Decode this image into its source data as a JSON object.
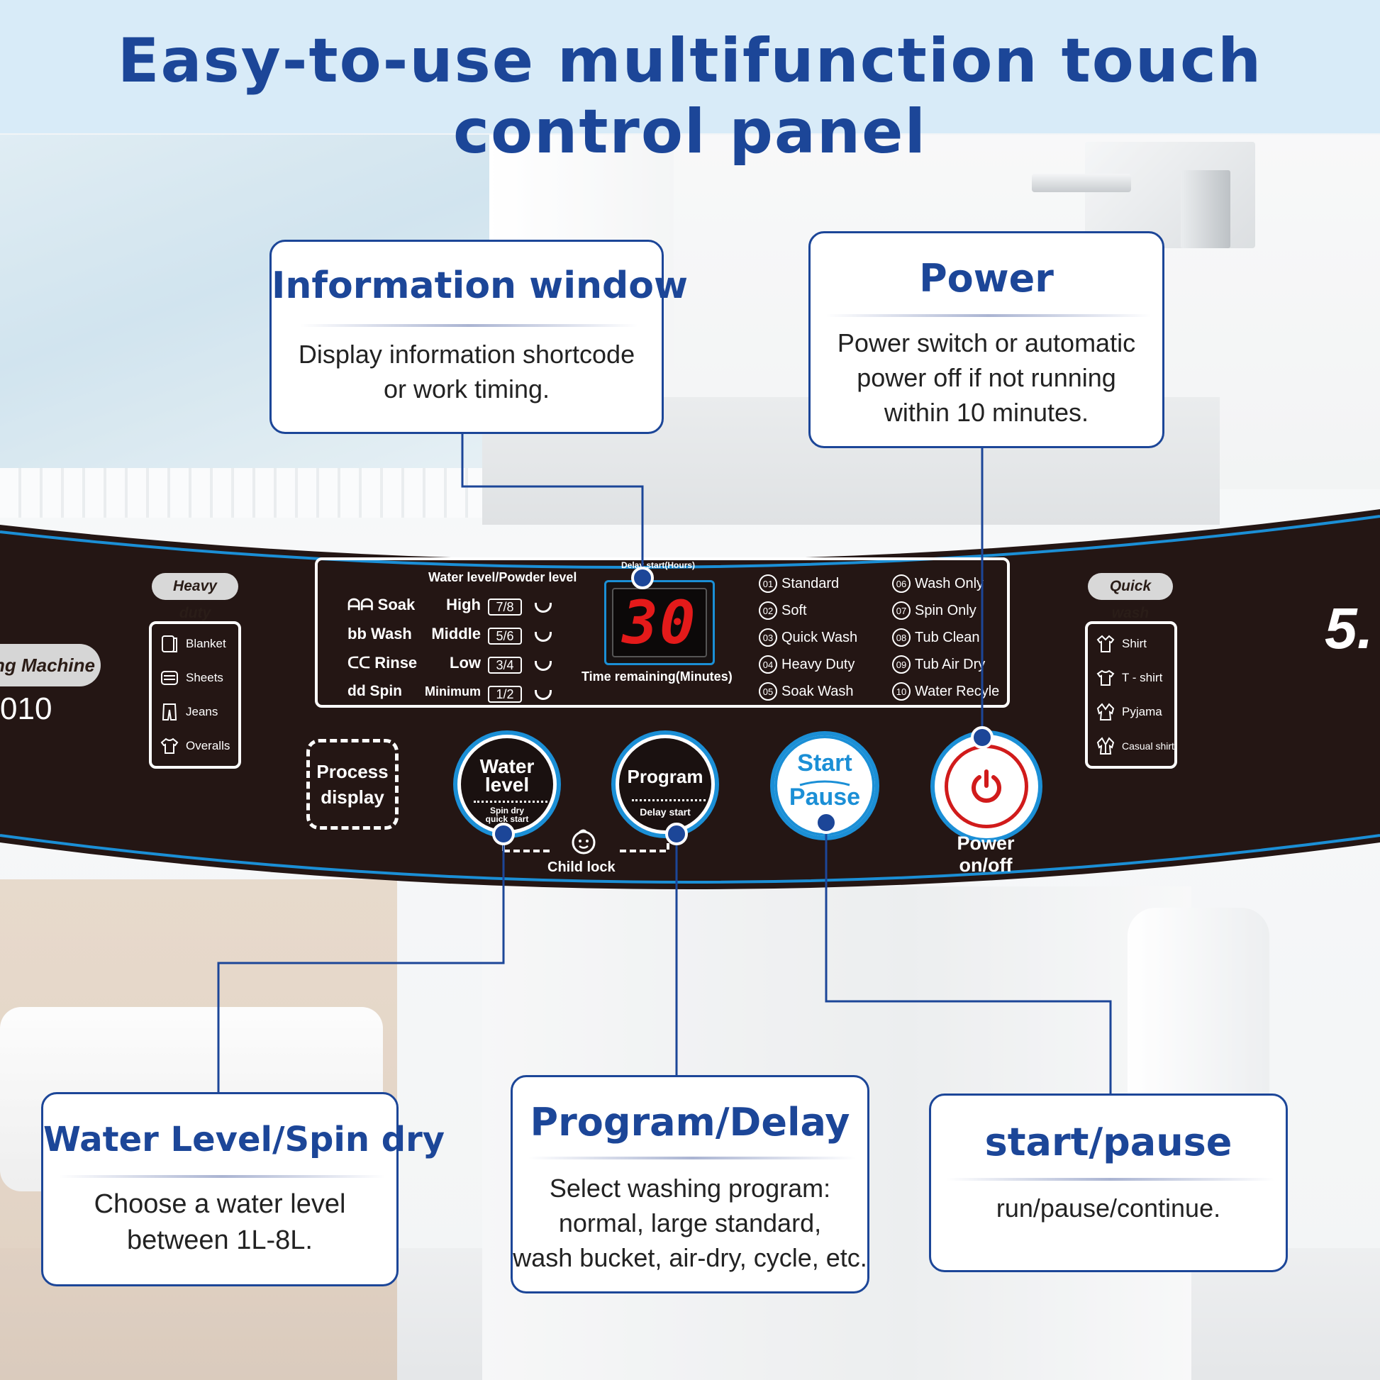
{
  "header": {
    "title": "Easy-to-use multifunction touch control panel"
  },
  "panel": {
    "brand_text": "ng Machine",
    "model_text": "010",
    "capacity_text": "5.",
    "heavy_duty_label": "Heavy duty",
    "quick_wash_label": "Quick wash",
    "heavy_duty_items": [
      {
        "label": "Blanket",
        "icon": "blanket-icon"
      },
      {
        "label": "Sheets",
        "icon": "sheets-icon"
      },
      {
        "label": "Jeans",
        "icon": "jeans-icon"
      },
      {
        "label": "Overalls",
        "icon": "overalls-icon"
      }
    ],
    "quick_wash_items": [
      {
        "label": "Shirt",
        "icon": "shirt-icon"
      },
      {
        "label": "T - shirt",
        "icon": "tshirt-icon"
      },
      {
        "label": "Pyjama",
        "icon": "pyjama-icon"
      },
      {
        "label": "Casual shirt",
        "icon": "casual-shirt-icon"
      }
    ],
    "water_level_header": "Water level/Powder level",
    "stages": [
      {
        "code": "ᗩᗩ",
        "name": "Soak",
        "level": "High",
        "level_code": "7/8"
      },
      {
        "code": "bb",
        "name": "Wash",
        "level": "Middle",
        "level_code": "5/6"
      },
      {
        "code": "ᑕᑕ",
        "name": "Rinse",
        "level": "Low",
        "level_code": "3/4"
      },
      {
        "code": "dd",
        "name": "Spin",
        "level": "Minimum",
        "level_code": "1/2"
      }
    ],
    "display": {
      "digits": "30",
      "delay_label": "Delay start(Hours)",
      "time_label": "Time remaining(Minutes)"
    },
    "programs_left": [
      {
        "num": "01",
        "label": "Standard"
      },
      {
        "num": "02",
        "label": "Soft"
      },
      {
        "num": "03",
        "label": "Quick Wash"
      },
      {
        "num": "04",
        "label": "Heavy Duty"
      },
      {
        "num": "05",
        "label": "Soak Wash"
      }
    ],
    "programs_right": [
      {
        "num": "06",
        "label": "Wash Only"
      },
      {
        "num": "07",
        "label": "Spin Only"
      },
      {
        "num": "08",
        "label": "Tub Clean"
      },
      {
        "num": "09",
        "label": "Tub Air Dry"
      },
      {
        "num": "10",
        "label": "Water Recyle"
      }
    ],
    "process_display": {
      "line1": "Process",
      "line2": "display"
    },
    "water_level_button": {
      "line1": "Water",
      "line2": "level",
      "sub1": "Spin dry",
      "sub2": "quick start"
    },
    "program_button": {
      "main": "Program",
      "sub": "Delay start"
    },
    "start_button": {
      "line1": "Start",
      "line2": "Pause"
    },
    "power_button": {
      "line1": "Power",
      "line2": "on/off"
    },
    "child_lock_label": "Child lock",
    "colors": {
      "panel": "#241614",
      "accent_blue": "#1b8fd6",
      "digit_red": "#e41a1a",
      "title_blue": "#1c4698"
    }
  },
  "callouts": {
    "information_window": {
      "title": "Information window",
      "body": "Display information shortcode\nor work timing."
    },
    "power": {
      "title": "Power",
      "body": "Power switch or automatic\npower off if not running\nwithin 10 minutes."
    },
    "water_level": {
      "title": "Water Level/Spin dry",
      "body": "Choose a water level\nbetween 1L-8L."
    },
    "program_delay": {
      "title": "Program/Delay",
      "body": "Select washing program:\nnormal, large standard,\nwash bucket, air-dry, cycle, etc."
    },
    "start_pause": {
      "title": "start/pause",
      "body": "run/pause/continue."
    }
  }
}
